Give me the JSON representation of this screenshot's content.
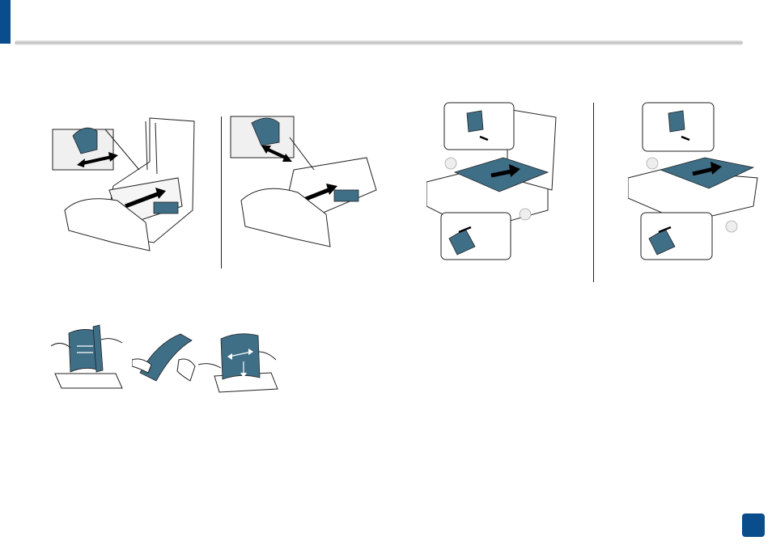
{
  "page": {
    "colors": {
      "accent": "#0a4d8c",
      "illustration_fill": "#3f6e87",
      "line": "#222222"
    },
    "illustrations": [
      "tray-width-guide-extend",
      "tray-width-guide-compact",
      "paper-load-with-zoom-callouts-full",
      "paper-load-with-zoom-callouts-compact",
      "flex-paper-stack",
      "fan-paper-stack",
      "straighten-paper-stack"
    ]
  }
}
